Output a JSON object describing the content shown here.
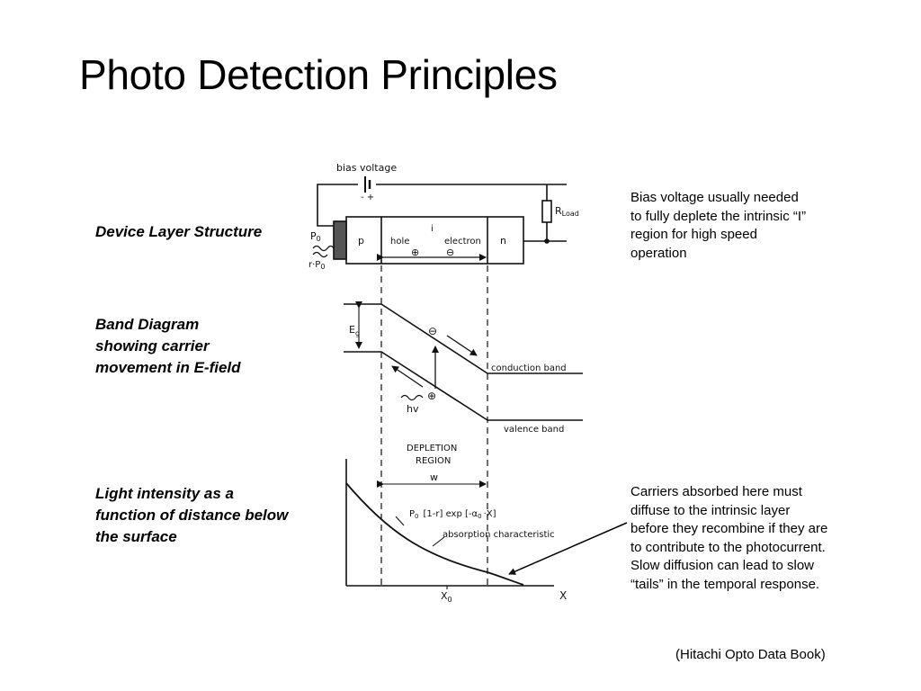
{
  "slide": {
    "title": "Photo Detection Principles",
    "credit": "(Hitachi Opto Data Book)"
  },
  "labels": {
    "device": "Device Layer Structure",
    "band": [
      "Band Diagram",
      "showing carrier",
      "movement in E-field"
    ],
    "light": [
      "Light intensity as a",
      "function of distance below",
      "the surface"
    ]
  },
  "notes": {
    "bias": [
      "Bias voltage usually needed",
      "to fully deplete the intrinsic “I”",
      "region for high speed",
      "operation"
    ],
    "carriers": [
      "Carriers absorbed here must",
      "diffuse to the intrinsic layer",
      "before they recombine if they are",
      "to contribute to the photocurrent.",
      "Slow diffusion can lead to slow",
      "“tails” in the temporal response."
    ]
  },
  "diagram": {
    "bias_voltage": "bias voltage",
    "battery_signs": "- +",
    "r_load": "R",
    "r_load_sub": "Load",
    "layer_p": "p",
    "layer_i": "i",
    "layer_n": "n",
    "hole": "hole",
    "electron": "electron",
    "hole_symbol": "⊕",
    "electron_symbol": "⊖",
    "p0": "P",
    "p0_sub": "0",
    "rp0": "r·P",
    "rp0_sub": "0",
    "eg": "E",
    "eg_sub": "g",
    "conduction_band": "conduction band",
    "valence_band": "valence band",
    "hv": "hv",
    "depletion": [
      "DEPLETION",
      "REGION"
    ],
    "w": "w",
    "formula": "P",
    "formula_sub": "0",
    "formula_rest": "[1-r] exp [-α",
    "formula_sub2": "0",
    "formula_end": "·X]",
    "absorption": "absorption characteristic",
    "x0": "X",
    "x0_sub": "0",
    "x_axis": "X"
  }
}
